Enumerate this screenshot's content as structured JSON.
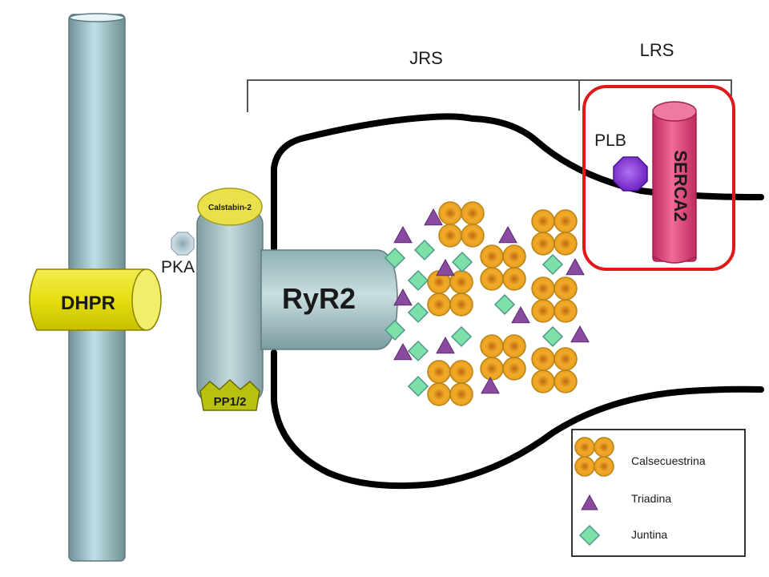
{
  "title": "RyR2 Ca2+ release unit (JRS / LRS)",
  "regions": {
    "jrs": "JRS",
    "lrs": "LRS"
  },
  "proteins": {
    "dhpr": "DHPR",
    "pka": "PKA",
    "calstabin": "Calstabin-2",
    "pp12": "PP1/2",
    "ryr2": "RyR2",
    "plb": "PLB",
    "serca2": "SERCA2"
  },
  "legend": {
    "items": [
      {
        "label": "Calsecuestrina",
        "icon": "calsequestrin-tetramer-icon"
      },
      {
        "label": "Triadina",
        "icon": "triangle-icon"
      },
      {
        "label": "Juntina",
        "icon": "diamond-icon"
      }
    ]
  },
  "colors": {
    "highlight_box": "#e01818",
    "dhpr": "#e8e020",
    "serca2": "#e0407a",
    "plb": "#7a2ed0",
    "calsequestrin": "#e8a820",
    "triadin": "#8a4aa0",
    "junctin": "#7ee0a8",
    "ryr2": "#a8c4c8",
    "t_tubule": "#a8ccd4"
  }
}
